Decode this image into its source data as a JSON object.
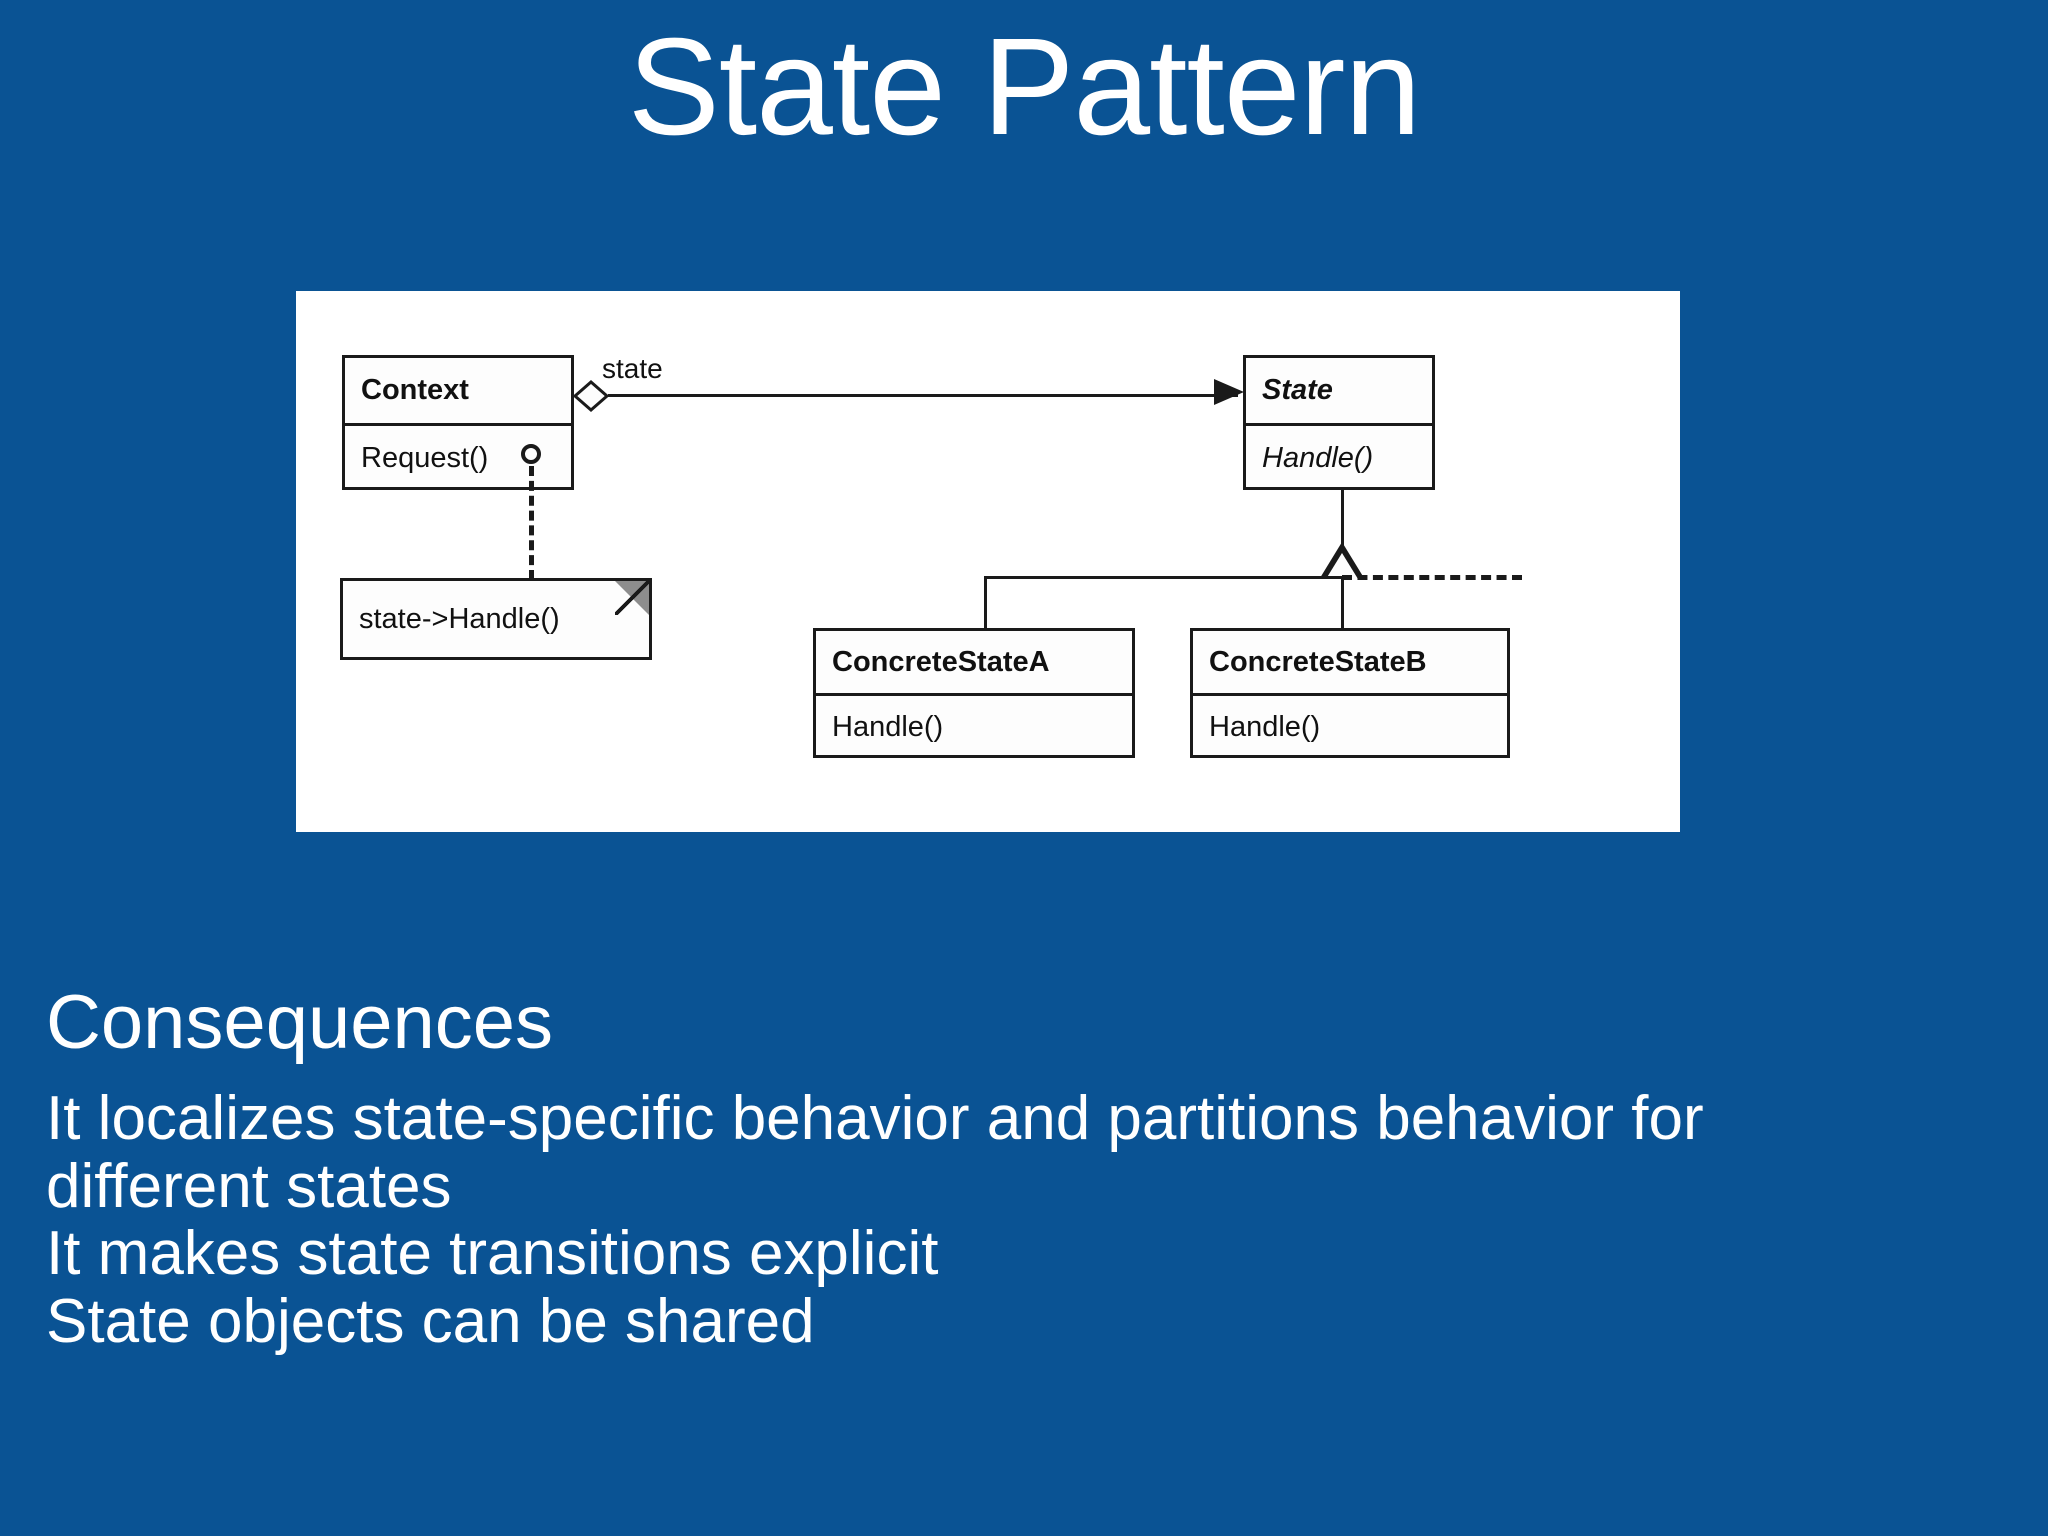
{
  "slide": {
    "title": "State Pattern",
    "background_color": "#0a5394",
    "text_color": "#ffffff"
  },
  "diagram": {
    "panel_background": "#ffffff",
    "stroke_color": "#1a1a1a",
    "classes": [
      {
        "name": "Context",
        "abstract": false,
        "operations": [
          "Request()"
        ]
      },
      {
        "name": "State",
        "abstract": true,
        "operations": [
          "Handle()"
        ]
      },
      {
        "name": "ConcreteStateA",
        "abstract": false,
        "operations": [
          "Handle()"
        ]
      },
      {
        "name": "ConcreteStateB",
        "abstract": false,
        "operations": [
          "Handle()"
        ]
      }
    ],
    "association_label": "state",
    "note_text": "state->Handle()",
    "relationships": [
      {
        "type": "aggregation",
        "from": "Context",
        "to": "State",
        "label": "state"
      },
      {
        "type": "generalization",
        "from": "ConcreteStateA",
        "to": "State"
      },
      {
        "type": "generalization",
        "from": "ConcreteStateB",
        "to": "State"
      },
      {
        "type": "note-link",
        "from": "Context.Request()",
        "to": "state->Handle()"
      }
    ]
  },
  "content": {
    "heading": "Consequences",
    "lines": [
      "It localizes state-specific behavior and partitions behavior for",
      "different states",
      "It makes state transitions explicit",
      "State objects can be shared"
    ]
  }
}
